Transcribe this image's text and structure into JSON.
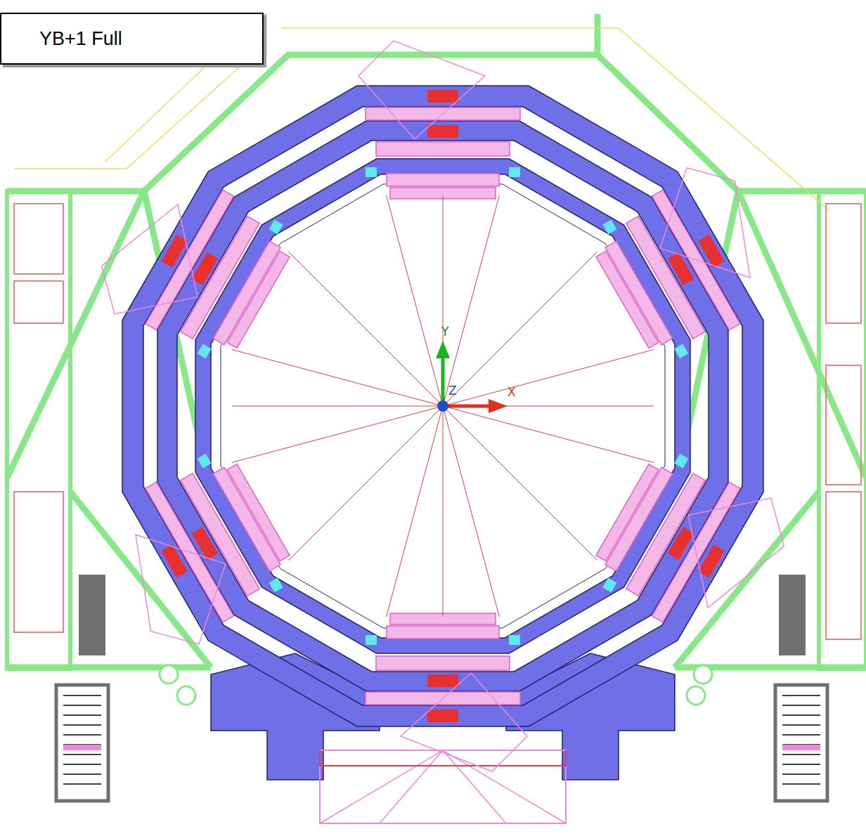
{
  "diagram": {
    "nodes": [
      {
        "text": [
          "YB+1 Full"
        ]
      }
    ],
    "labels": [
      "Y",
      "X",
      "Z"
    ]
  }
}
